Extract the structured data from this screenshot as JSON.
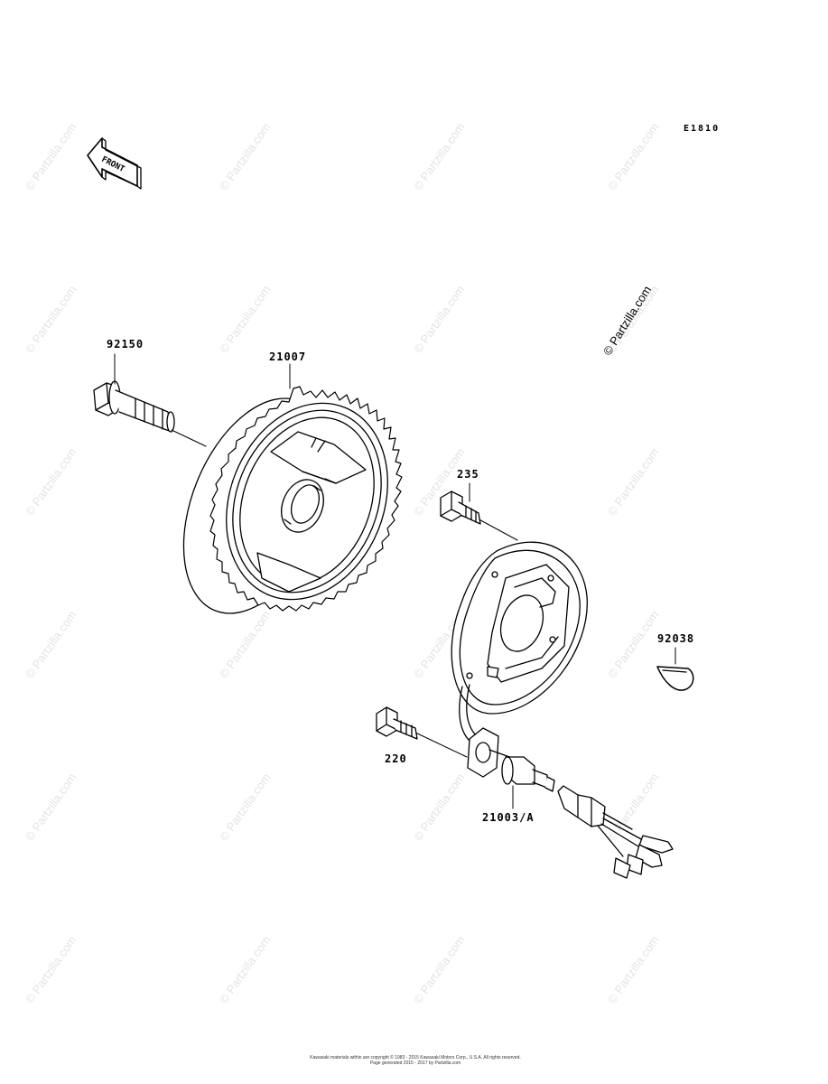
{
  "diagram": {
    "code": "E1810",
    "front_label": "FRONT",
    "watermark": "© Partzilla.com",
    "footer_line1": "Kawasaki materials within are copyright © 1983 - 2015 Kawasaki Motors Corp., U.S.A. All rights reserved.",
    "footer_line2": "Page generated 2015 - 2017 by Partzilla.com"
  },
  "parts": [
    {
      "number": "92150",
      "description": "bolt"
    },
    {
      "number": "21007",
      "description": "flywheel rotor"
    },
    {
      "number": "235",
      "description": "bolt"
    },
    {
      "number": "92038",
      "description": "key"
    },
    {
      "number": "220",
      "description": "bolt"
    },
    {
      "number": "21003/A",
      "description": "stator"
    }
  ],
  "colors": {
    "line": "#000000",
    "background": "#ffffff",
    "watermark": "#e4e4e4"
  }
}
